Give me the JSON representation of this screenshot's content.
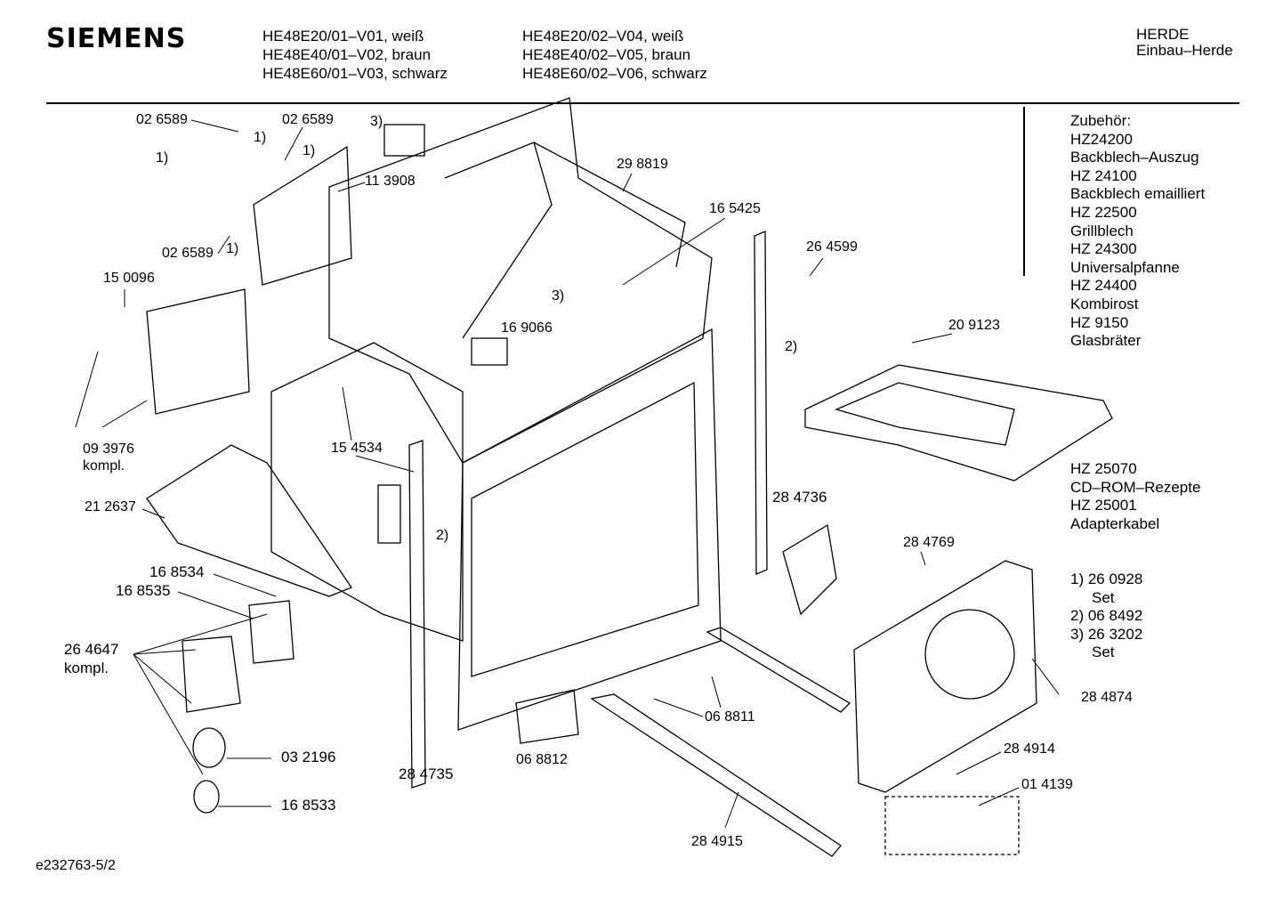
{
  "header": {
    "brand": "SIEMENS",
    "models_left": [
      "HE48E20/01–V01, weiß",
      "HE48E40/01–V02, braun",
      "HE48E60/01–V03, schwarz"
    ],
    "models_right": [
      "HE48E20/02–V04, weiß",
      "HE48E40/02–V05, braun",
      "HE48E60/02–V06, schwarz"
    ],
    "category": "HERDE",
    "subcategory": "Einbau–Herde"
  },
  "accessories": [
    "Zubehör:",
    "HZ24200",
    "Backblech–Auszug",
    "HZ 24100",
    "Backblech emailliert",
    "HZ 22500",
    "Grillblech",
    "HZ 24300",
    "Universalpfanne",
    "HZ 24400",
    "Kombirost",
    "HZ 9150",
    "Glasbräter"
  ],
  "accessories2": [
    "HZ 25070",
    "CD–ROM–Rezepte",
    "HZ 25001",
    "Adapterkabel"
  ],
  "footnotes": [
    "1) 26 0928",
    "Set",
    "2) 06 8492",
    "3) 26 3202",
    "Set"
  ],
  "parts": {
    "p1": "02 6589",
    "p1n": "1)",
    "p2": "02 6589",
    "p2n": "1)",
    "p3n": "3)",
    "p4n": "1)",
    "p5": "11 3908",
    "p6": "29 8819",
    "p7": "16 5425",
    "p8": "02 6589",
    "p8n": "1)",
    "p9": "15 0096",
    "p10": "26 4599",
    "p11n": "3)",
    "p12": "16 9066",
    "p13n": "2)",
    "p14": "20 9123",
    "p15": "09 3976",
    "p15b": "kompl.",
    "p16": "15 4534",
    "p17": "21 2637",
    "p18": "28 4736",
    "p19n": "2)",
    "p20": "28 4769",
    "p21": "16 8534",
    "p22": "16 8535",
    "p23": "26 4647",
    "p23b": "kompl.",
    "p24": "28 4874",
    "p25": "06 8811",
    "p26": "03 2196",
    "p27": "06 8812",
    "p28": "28 4735",
    "p29": "28 4914",
    "p30": "01 4139",
    "p31": "16 8533",
    "p32": "28 4915"
  },
  "footer": {
    "drawing_id": "e232763-5/2"
  }
}
